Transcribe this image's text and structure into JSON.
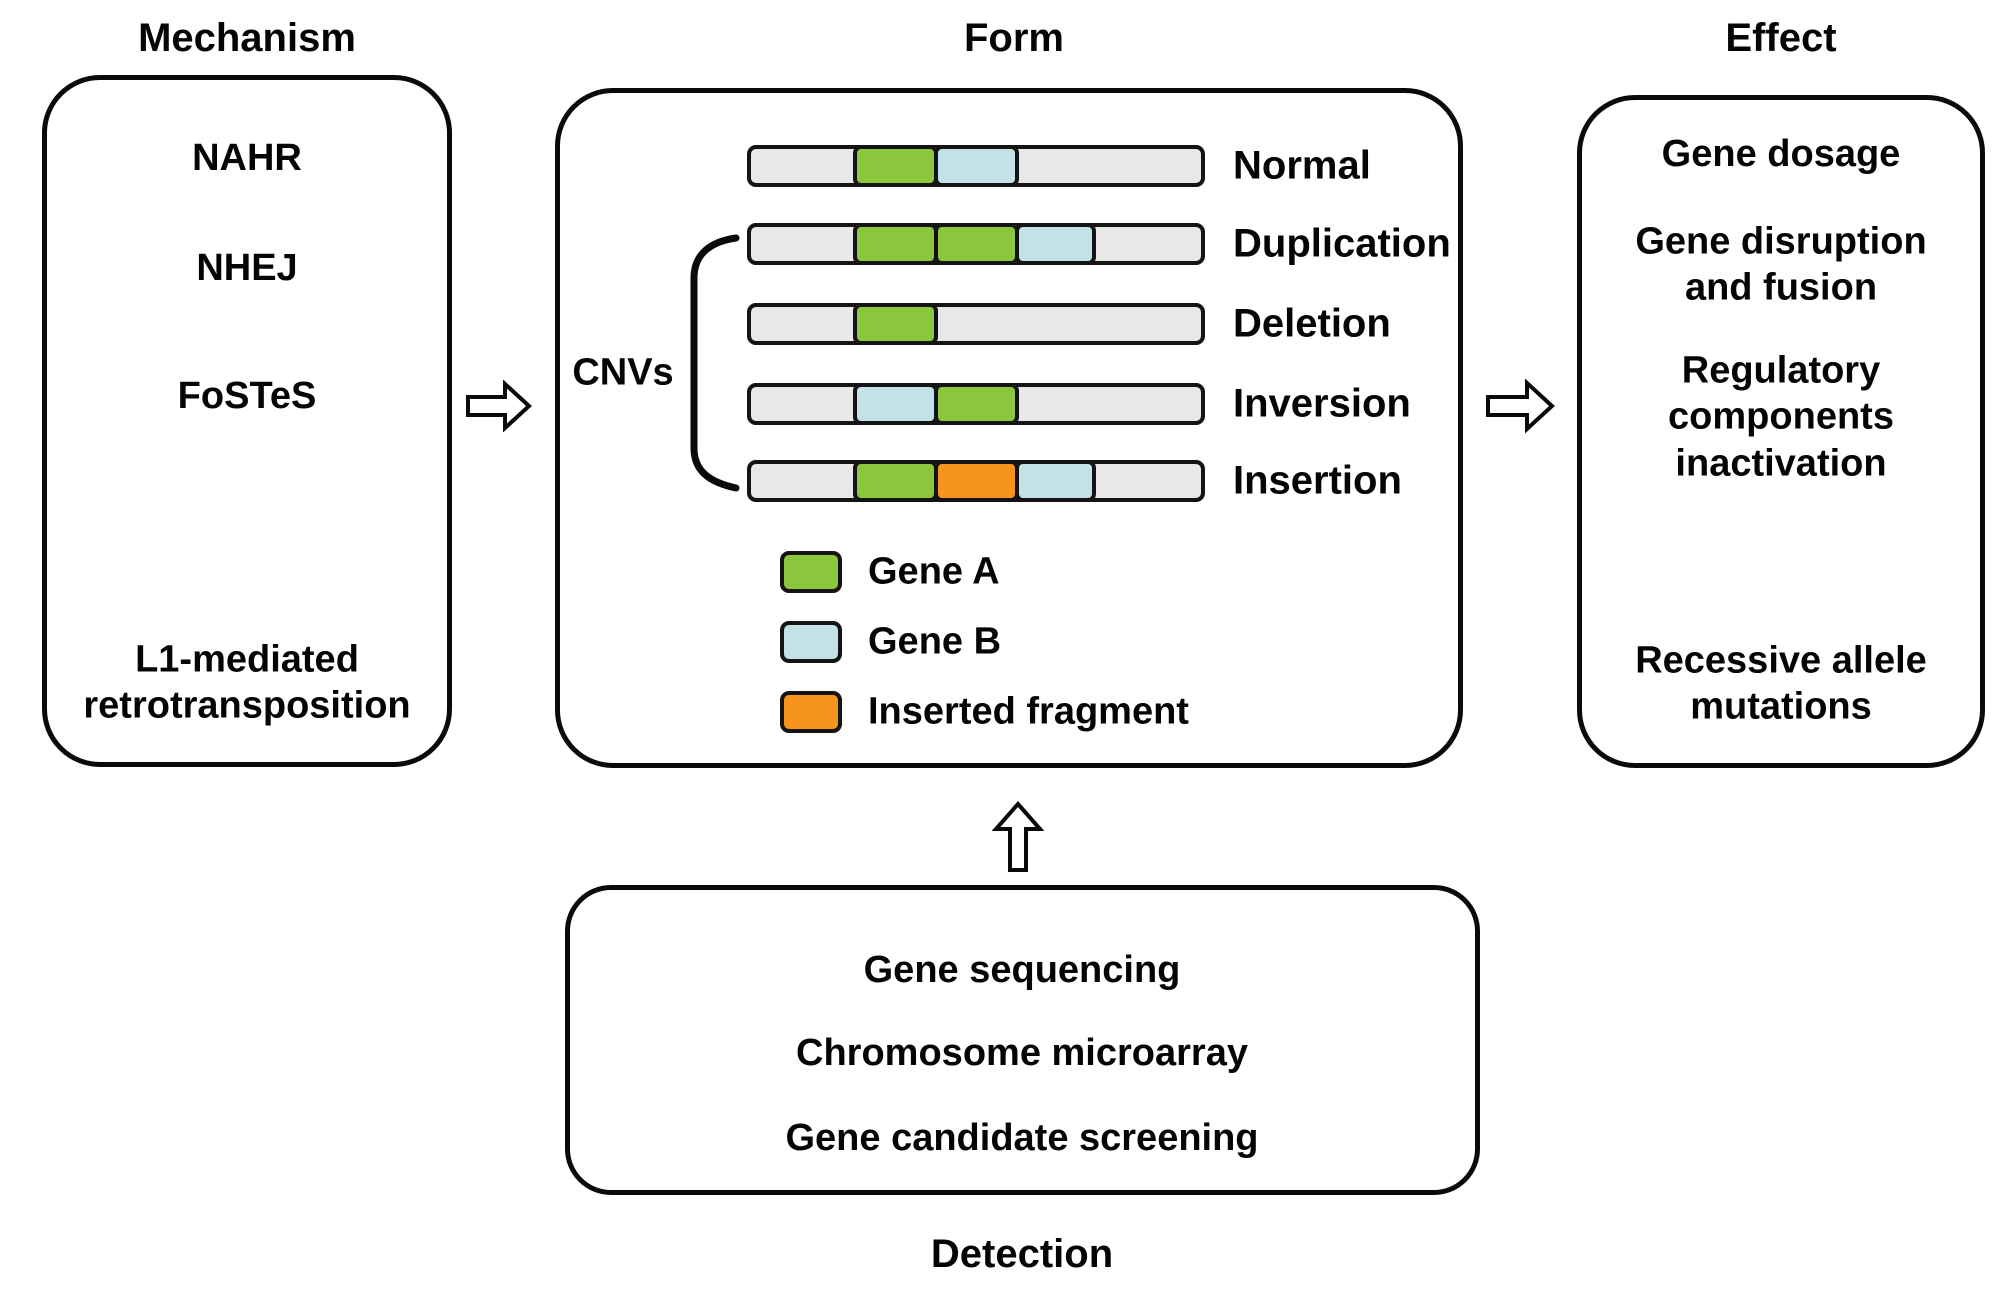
{
  "titles": {
    "mechanism": "Mechanism",
    "form": "Form",
    "effect": "Effect",
    "detection": "Detection"
  },
  "mechanism": {
    "items": [
      "NAHR",
      "NHEJ",
      "FoSTeS",
      "L1-mediated\nretrotransposition"
    ]
  },
  "effect": {
    "items": [
      "Gene dosage",
      "Gene disruption\nand fusion",
      "Regulatory\ncomponents\ninactivation",
      "Recessive allele\nmutations"
    ]
  },
  "detection": {
    "items": [
      "Gene sequencing",
      "Chromosome microarray",
      "Gene candidate screening"
    ]
  },
  "form": {
    "cnvs_label": "CNVs",
    "bars": [
      {
        "label": "Normal",
        "segments": [
          {
            "slot": 0,
            "color": "geneA"
          },
          {
            "slot": 1,
            "color": "geneB"
          }
        ]
      },
      {
        "label": "Duplication",
        "segments": [
          {
            "slot": 0,
            "color": "geneA"
          },
          {
            "slot": 1,
            "color": "geneA"
          },
          {
            "slot": 2,
            "color": "geneB"
          }
        ]
      },
      {
        "label": "Deletion",
        "segments": [
          {
            "slot": 0,
            "color": "geneA"
          }
        ]
      },
      {
        "label": "Inversion",
        "segments": [
          {
            "slot": 0,
            "color": "geneB"
          },
          {
            "slot": 1,
            "color": "geneA"
          }
        ]
      },
      {
        "label": "Insertion",
        "segments": [
          {
            "slot": 0,
            "color": "geneA"
          },
          {
            "slot": 1,
            "color": "inserted"
          },
          {
            "slot": 2,
            "color": "geneB"
          }
        ]
      }
    ],
    "legend": [
      {
        "label": "Gene A",
        "color": "geneA"
      },
      {
        "label": "Gene B",
        "color": "geneB"
      },
      {
        "label": "Inserted fragment",
        "color": "inserted"
      }
    ]
  },
  "colors": {
    "geneA": "#8CC63C",
    "geneB": "#C5E1E8",
    "inserted": "#F7941E",
    "barGray": "#E8E8E8",
    "outline": "#0A0A0A"
  }
}
